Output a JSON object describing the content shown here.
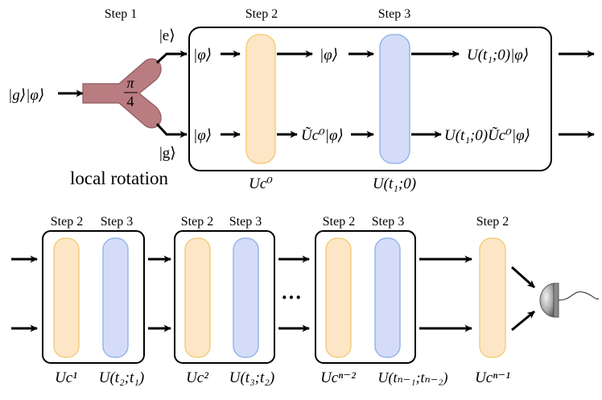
{
  "colors": {
    "orange_fill": "#fde6c6",
    "orange_stroke": "#f5cd7e",
    "blue_fill": "#d5dcf8",
    "blue_stroke": "#93b6ec",
    "beam_splitter": "#b97c80",
    "beam_splitter_stroke": "#8e5a5e",
    "detector": "#9a9a9a"
  },
  "top": {
    "step1": "Step 1",
    "step2": "Step 2",
    "step3": "Step 3",
    "input": "|g⟩|φ⟩",
    "bs_fraction_num": "π",
    "bs_fraction_den": "4",
    "port_e": "|e⟩",
    "port_g": "|g⟩",
    "local_rotation": "local rotation",
    "upper_in": "|φ⟩",
    "lower_in": "|φ⟩",
    "upper_mid": "|φ⟩",
    "lower_mid": "Ũc⁰|φ⟩",
    "upper_out": "U(t₁;0)|φ⟩",
    "lower_out": "U(t₁;0)Ũc⁰|φ⟩",
    "uc0": "Uc⁰",
    "u_t1_0": "U(t₁;0)"
  },
  "bottom": {
    "blocks": [
      {
        "step2": "Step 2",
        "step3": "Step 3",
        "uc": "Uc¹",
        "u": "U(t₂;t₁)"
      },
      {
        "step2": "Step 2",
        "step3": "Step 3",
        "uc": "Uc²",
        "u": "U(t₃;t₂)"
      },
      {
        "step2": "Step 2",
        "step3": "Step 3",
        "uc": "Ucⁿ⁻²",
        "u": "U(tₙ₋₁;tₙ₋₂)"
      }
    ],
    "ellipsis": "···",
    "final_step": "Step 2",
    "final_uc": "Ucⁿ⁻¹"
  }
}
